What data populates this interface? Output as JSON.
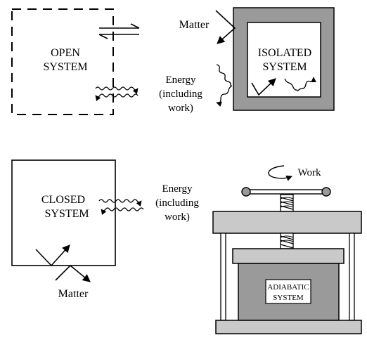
{
  "open_system": {
    "line1": "OPEN",
    "line2": "SYSTEM"
  },
  "isolated_system": {
    "line1": "ISOLATED",
    "line2": "SYSTEM",
    "matter_label": "Matter",
    "energy_line1": "Energy",
    "energy_line2": "(including",
    "energy_line3": "work)"
  },
  "closed_system": {
    "line1": "CLOSED",
    "line2": "SYSTEM",
    "matter_label": "Matter",
    "energy_line1": "Energy",
    "energy_line2": "(including",
    "energy_line3": "work)"
  },
  "adiabatic_system": {
    "work_label": "Work",
    "line1": "ADIABATIC",
    "line2": "SYSTEM"
  },
  "colors": {
    "wall_gray": "#9a9a9a",
    "press_gray": "#c9c9c9",
    "stroke": "#000000"
  },
  "icons": [
    "matter-arrow-icon",
    "energy-wavy-arrow-icon",
    "screw-icon",
    "rotation-arrow-icon"
  ]
}
